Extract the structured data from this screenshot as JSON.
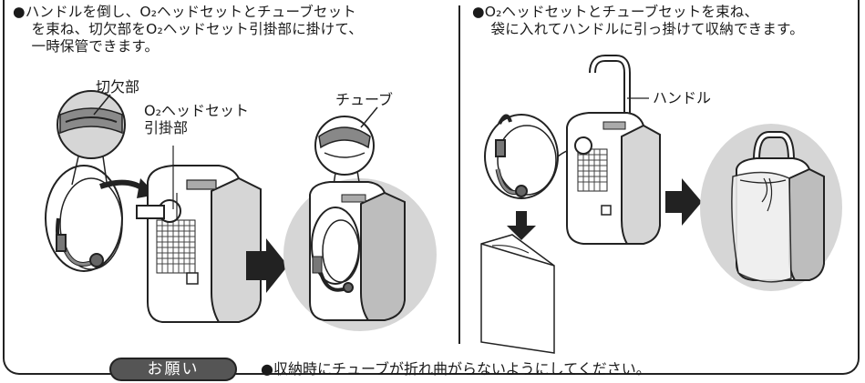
{
  "left": {
    "caption": "●ハンドルを倒し、O₂ヘッドセットとチューブセット\n    を束ね、切欠部をO₂ヘッドセット引掛部に掛けて、\n    一時保管できます。",
    "label_notch": "切欠部",
    "label_hook": "O₂ヘッドセット\n引掛部",
    "label_tube": "チューブ"
  },
  "right": {
    "caption": "●O₂ヘッドセットとチューブセットを束ね、\n    袋に入れてハンドルに引っ掛けて収納できます。",
    "label_handle": "ハンドル"
  },
  "footer": {
    "badge": "お願い",
    "note": "●収納時にチューブが折れ曲がらないようにしてください。"
  },
  "colors": {
    "ink": "#1a1a1a",
    "gray_fill": "#d6d6d6",
    "badge_fill": "#555555"
  }
}
